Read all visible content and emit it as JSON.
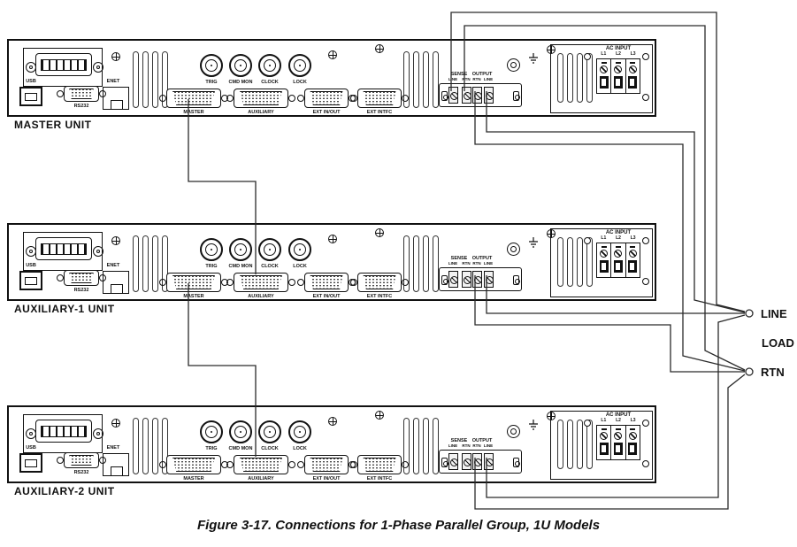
{
  "figure": {
    "caption": "Figure 3-17. Connections for 1-Phase Parallel Group, 1U Models"
  },
  "units": [
    {
      "label": "MASTER UNIT"
    },
    {
      "label": "AUXILIARY-1 UNIT"
    },
    {
      "label": "AUXILIARY-2 UNIT"
    }
  ],
  "panel": {
    "ports": {
      "usb": "USB",
      "rs232": "RS232",
      "enet": "ENET",
      "trig": "TRIG",
      "cmd_mon": "CMD MON",
      "clock": "CLOCK",
      "lock": "LOCK",
      "master": "MASTER",
      "auxiliary": "AUXILIARY",
      "ext_inout": "EXT IN/OUT",
      "ext_intfc": "EXT INTFC"
    },
    "terminals": {
      "sense": "SENSE",
      "output": "OUTPUT",
      "labels": [
        "LINE",
        "RTN",
        "RTN",
        "LINE"
      ]
    },
    "ac_input": {
      "title": "AC INPUT",
      "phases": [
        "L1",
        "L2",
        "L3"
      ]
    }
  },
  "load": {
    "line": "LINE",
    "load": "LOAD",
    "rtn": "RTN"
  },
  "connections": [
    {
      "from": "MASTER UNIT SENSE LINE",
      "to": "LOAD LINE"
    },
    {
      "from": "MASTER UNIT SENSE RTN",
      "to": "LOAD RTN"
    },
    {
      "from": "MASTER UNIT OUTPUT LINE",
      "to": "LOAD LINE"
    },
    {
      "from": "MASTER UNIT OUTPUT RTN",
      "to": "LOAD RTN"
    },
    {
      "from": "AUXILIARY-1 UNIT OUTPUT LINE",
      "to": "LOAD LINE"
    },
    {
      "from": "AUXILIARY-1 UNIT OUTPUT RTN",
      "to": "LOAD RTN"
    },
    {
      "from": "AUXILIARY-2 UNIT OUTPUT LINE",
      "to": "LOAD LINE"
    },
    {
      "from": "AUXILIARY-2 UNIT OUTPUT RTN",
      "to": "LOAD RTN"
    },
    {
      "from": "MASTER UNIT MASTER",
      "to": "AUXILIARY-1 UNIT AUXILIARY"
    },
    {
      "from": "AUXILIARY-1 UNIT MASTER",
      "to": "AUXILIARY-2 UNIT AUXILIARY"
    }
  ],
  "colors": {
    "wire": "#2a2a2a",
    "panel_line": "#111111",
    "background": "#ffffff"
  }
}
